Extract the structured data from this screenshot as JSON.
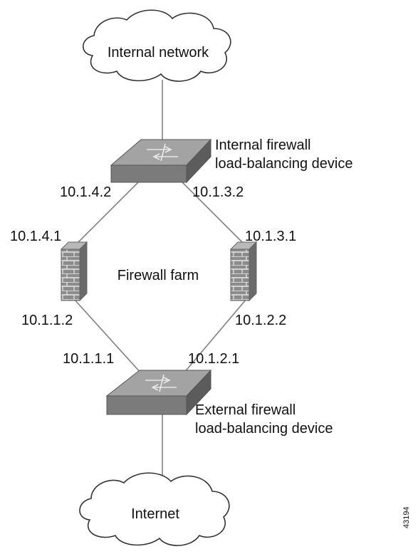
{
  "clouds": {
    "internal": "Internal network",
    "internet": "Internet"
  },
  "devices": {
    "internal_lb": [
      "Internal firewall",
      "load-balancing device"
    ],
    "external_lb": [
      "External firewall",
      "load-balancing device"
    ]
  },
  "firewall_farm_label": "Firewall farm",
  "ips": {
    "internal_left": "10.1.4.2",
    "internal_right": "10.1.3.2",
    "fw_left_top": "10.1.4.1",
    "fw_right_top": "10.1.3.1",
    "fw_left_bottom": "10.1.1.2",
    "fw_right_bottom": "10.1.2.2",
    "external_left": "10.1.1.1",
    "external_right": "10.1.2.1"
  },
  "figure_id": "43194",
  "colors": {
    "line": "#808080",
    "device_top": "#9d9d9d",
    "device_front": "#7a7a7a",
    "device_side": "#5a5a5a",
    "firewall": "#8a8a8a"
  }
}
